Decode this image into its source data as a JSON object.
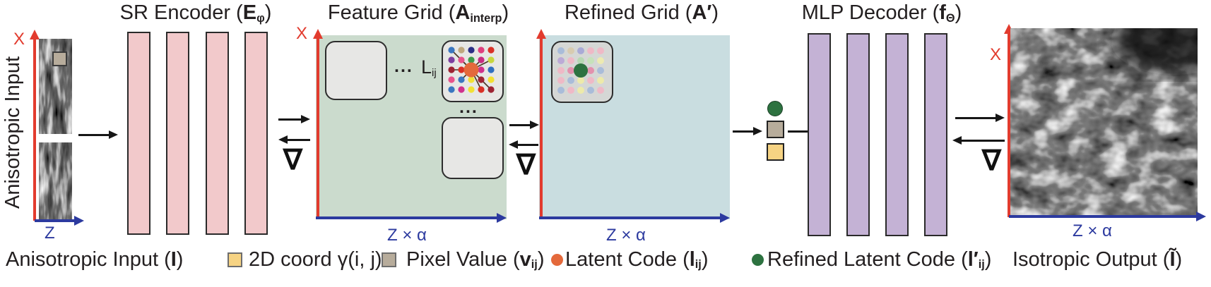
{
  "palette": {
    "text": "#231f20",
    "arrow": "#161616",
    "red_axis": "#e23b2e",
    "blue_axis": "#2c3a9f",
    "encoder_bar": "#f2c9cb",
    "decoder_bar": "#c4b2d5",
    "feature_grid_bg": "#cbdbcd",
    "refined_grid_bg": "#c9dde0",
    "cell_bg": "#e7e7e5",
    "refined_cell_bg": "#d5d7d5",
    "coord_yellow": "#f6d383",
    "pixel_gray": "#b7ac9b",
    "latent_orange": "#e4693b",
    "refined_green": "#2d7240"
  },
  "gradient_symbol": "∇",
  "panels": {
    "input": {
      "side_label": "Anisotropic Input",
      "x_axis": "X",
      "z_axis": "Z"
    },
    "encoder": {
      "title": {
        "pre": "SR Encoder (",
        "sym": "E",
        "sub": "φ",
        "post": ")"
      },
      "num_layers": 4
    },
    "feature_grid": {
      "title": {
        "pre": "Feature Grid (",
        "sym": "A",
        "sub": "interp",
        "post": ")"
      },
      "x_axis": "X",
      "z_axis": "Z × α",
      "ellipsis_h": "...",
      "ellipsis_v": "...",
      "cell_label": {
        "sym": "L",
        "sub": "ij"
      },
      "cell": {
        "dot_radius": 4.6,
        "line_color": "#4a3524",
        "grid": [
          [
            "#3a76c0",
            "#bfa87f",
            "#2b2f86",
            "#df3f7d",
            "#d93026"
          ],
          [
            "#7c3fa0",
            "#e8538c",
            "#3d9c4b",
            "#c92b80",
            "#c7d63e"
          ],
          [
            "#9e2333",
            "#d93026",
            null,
            "#d0308c",
            "#2f6fc0"
          ],
          [
            "#e8538c",
            "#3a76c0",
            "#f2e034",
            "#9e2333",
            "#f2e034"
          ],
          [
            "#3a76c0",
            "#d0308c",
            "#f2e034",
            "#d93026",
            "#9e2333"
          ]
        ],
        "center": {
          "color": "#e4693b",
          "radius": 10.5
        },
        "connections": [
          [
            0,
            0
          ],
          [
            1,
            1
          ],
          [
            1,
            3
          ],
          [
            1,
            4
          ],
          [
            2,
            0
          ],
          [
            3,
            1
          ],
          [
            3,
            2
          ],
          [
            4,
            3
          ],
          [
            4,
            4
          ]
        ]
      }
    },
    "refined_grid": {
      "title": {
        "pre": "Refined Grid (",
        "sym": "A′",
        "sub": "",
        "post": ")"
      },
      "z_axis": "Z × α",
      "cell": {
        "dot_radius": 5,
        "line_color": null,
        "grid": [
          [
            "#a9bcd9",
            "#d8cbb0",
            "#a9aad6",
            "#efb9c6",
            "#efb9c6"
          ],
          [
            "#bcaad6",
            "#efb9c6",
            "#b7d8b4",
            "#c6e2ba",
            "#edeab2"
          ],
          [
            "#efb9c6",
            "#e391ad",
            null,
            "#e391ad",
            "#a9bcd9"
          ],
          [
            "#efb9c6",
            "#a9bcd9",
            "#edeaaa",
            "#efb9c6",
            "#edeaaa"
          ],
          [
            "#a9bcd9",
            "#efb9c6",
            "#edeaaa",
            "#a9bcd9",
            "#efb9c6"
          ]
        ],
        "center": {
          "color": "#2d7240",
          "radius": 10
        },
        "connections": []
      }
    },
    "decoder": {
      "title": {
        "pre": "MLP Decoder (",
        "sym": "f",
        "sub": "Θ",
        "post": ")"
      },
      "num_layers": 4
    },
    "output": {
      "x_axis": "X",
      "z_axis": "Z × α"
    }
  },
  "legend": {
    "anisotropic_input": {
      "pre": "Anisotropic Input (",
      "sym": "I",
      "post": ")"
    },
    "coord": {
      "label": "2D coord γ(i, j)"
    },
    "pixel_value": {
      "pre": "Pixel Value (",
      "sym": "v",
      "sub": "ij",
      "post": ")"
    },
    "latent_code": {
      "pre": "Latent Code  (",
      "sym": "l",
      "sub": "ij",
      "post": ")"
    },
    "refined_latent_code": {
      "pre": "Refined Latent Code  (",
      "sym": "l′",
      "sub": "ij",
      "post": ")"
    },
    "isotropic_output": {
      "pre": "Isotropic Output (",
      "sym": "Ĩ",
      "post": ")"
    }
  }
}
